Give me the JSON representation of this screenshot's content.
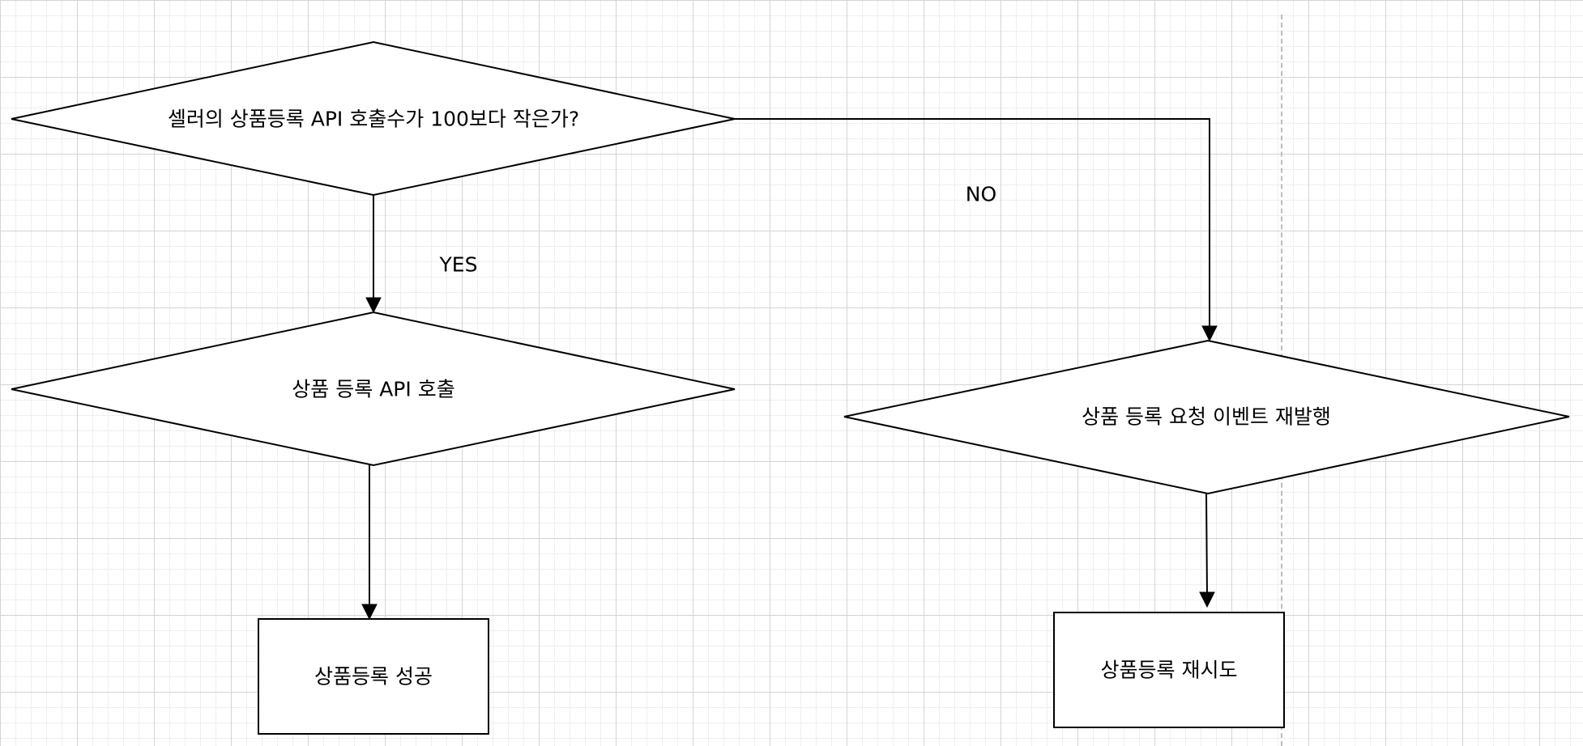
{
  "diagram": {
    "decision_main": "셀러의 상품등록 API 호출수가 100보다 작은가?",
    "process_call": "상품 등록 API 호출",
    "process_reissue": "상품 등록 요청 이벤트 재발행",
    "result_success": "상품등록 성공",
    "result_retry": "상품등록 재시도",
    "edge_yes": "YES",
    "edge_no": "NO"
  }
}
